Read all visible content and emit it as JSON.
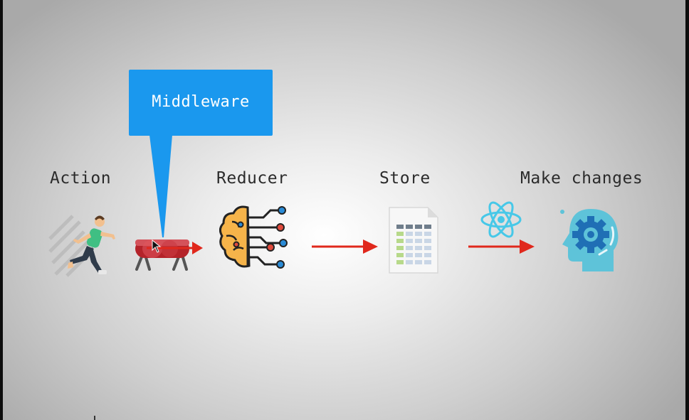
{
  "diagram": {
    "steps": [
      {
        "label": "Action",
        "icon": "runner-icon"
      },
      {
        "label": "Reducer",
        "icon": "brain-circuit-icon"
      },
      {
        "label": "Store",
        "icon": "spreadsheet-document-icon"
      },
      {
        "label": "Make changes",
        "icon": "head-gear-icon"
      }
    ],
    "callout": {
      "text": "Middleware",
      "color": "#1a98ee"
    },
    "connector_icon": "react-icon",
    "arrow_color": "#e0281c"
  }
}
